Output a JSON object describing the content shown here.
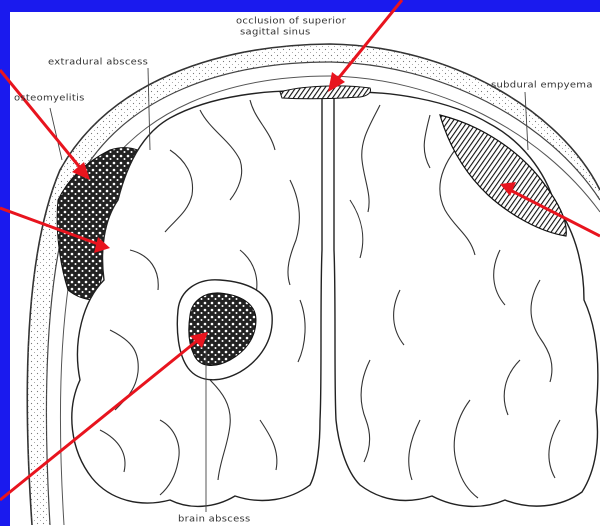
{
  "labels": {
    "sinus_line1": "occlusion of superior",
    "sinus_line2": "sagittal sinus",
    "extradural": "extradural abscess",
    "osteomyelitis": "osteomyelitis",
    "subdural": "subdural empyema",
    "brain": "brain abscess"
  },
  "colors": {
    "background": "#1a1aee",
    "arrow": "#e8141e",
    "ink": "#222222",
    "paper": "#ffffff"
  }
}
